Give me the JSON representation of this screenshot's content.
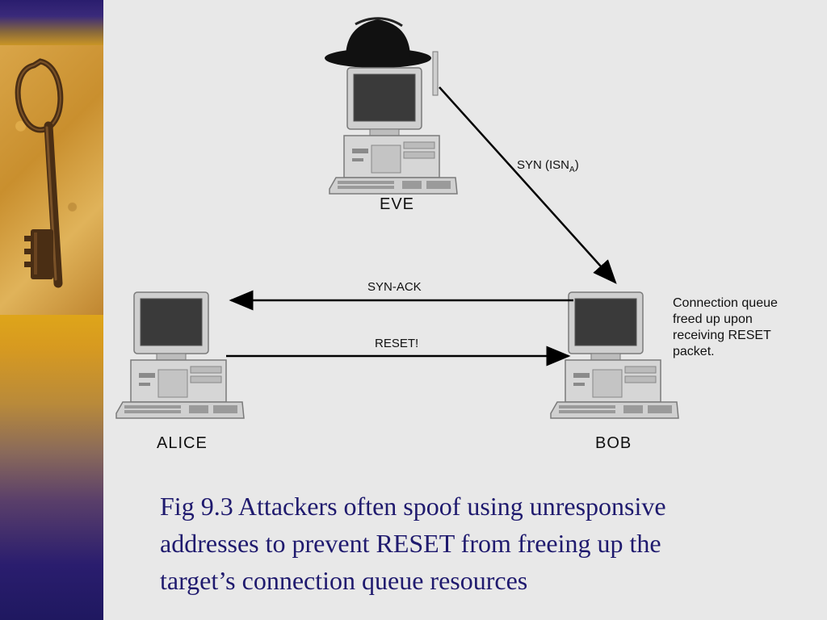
{
  "diagram": {
    "nodes": {
      "eve": "EVE",
      "alice": "ALICE",
      "bob": "BOB"
    },
    "edges": {
      "syn_prefix": "SYN  (ISN",
      "syn_subscript": "A",
      "syn_suffix": ")",
      "syn_ack": "SYN-ACK",
      "reset": "RESET!"
    },
    "note_lines": [
      "Connection queue",
      "freed up upon",
      "receiving RESET",
      "packet."
    ]
  },
  "caption": {
    "lines": [
      "Fig 9.3 Attackers often spoof using unresponsive",
      "addresses to prevent RESET from freeing up the",
      "target’s connection queue resources"
    ]
  },
  "icons": [
    "key-icon",
    "hat-icon",
    "computer-icon"
  ]
}
